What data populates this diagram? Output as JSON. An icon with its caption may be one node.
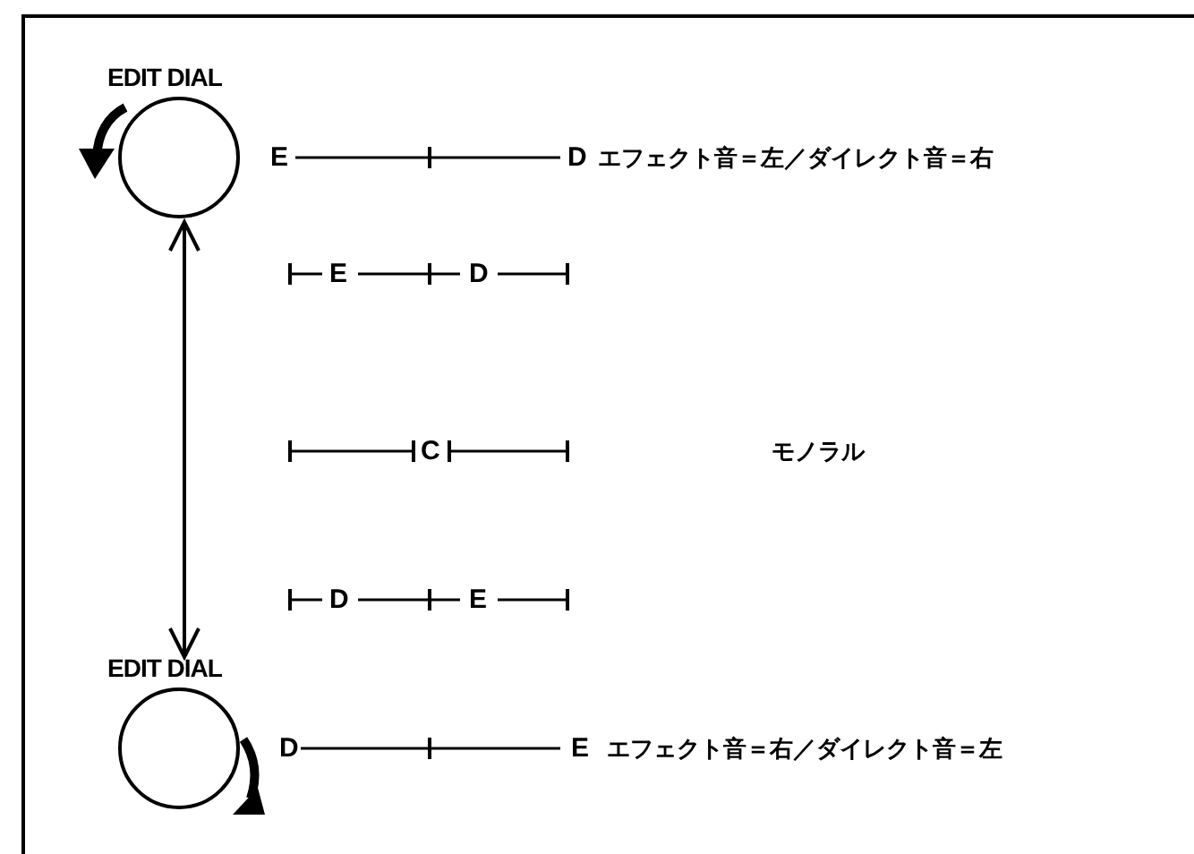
{
  "diagram": {
    "nodes": [
      {
        "text": [
          "EDIT DIAL"
        ]
      },
      {
        "text": [
          "EDIT DIAL"
        ]
      }
    ],
    "edges": [
      {
        "from": 0,
        "to": 1,
        "arrow": "both"
      }
    ],
    "labels": [
      "E",
      "D",
      "エフェクト音＝左／ダイレクト音＝右",
      "E",
      "D",
      "C",
      "モノラル",
      "D",
      "E",
      "D",
      "E",
      "エフェクト音＝右／ダイレクト音＝左"
    ]
  }
}
